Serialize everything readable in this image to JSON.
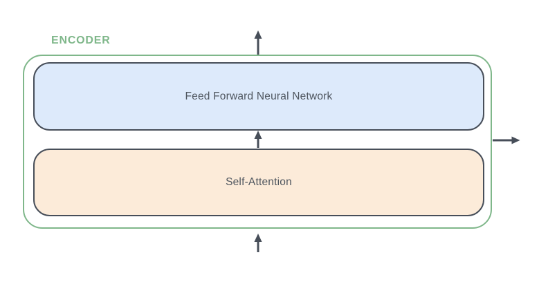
{
  "diagram": {
    "title": "ENCODER",
    "blocks": [
      {
        "id": "feed-forward",
        "label": "Feed Forward Neural Network"
      },
      {
        "id": "self-attention",
        "label": "Self-Attention"
      }
    ],
    "arrows": [
      {
        "name": "output-arrow-top",
        "direction": "up"
      },
      {
        "name": "inter-block-arrow",
        "direction": "up"
      },
      {
        "name": "input-arrow-bottom",
        "direction": "up"
      },
      {
        "name": "output-arrow-right",
        "direction": "right"
      }
    ]
  },
  "colors": {
    "encoder-accent": "#7fb78a",
    "block-border": "#474e59",
    "feed-forward-fill": "#ddeafb",
    "self-attention-fill": "#fcebd9",
    "arrow": "#474e59",
    "label-text": "#4f565f",
    "canvas-bg": "#ffffff"
  }
}
